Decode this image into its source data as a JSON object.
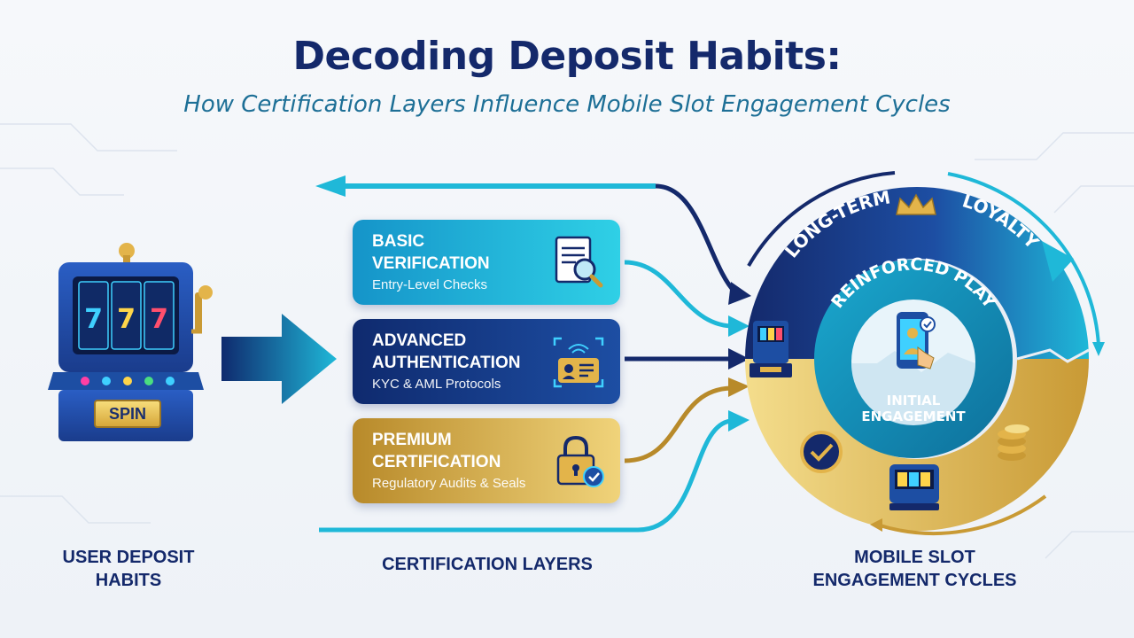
{
  "title": "Decoding Deposit Habits:",
  "subtitle": "How Certification Layers Influence Mobile Slot Engagement Cycles",
  "slot_machine": {
    "button_label": "SPIN",
    "reels": [
      "7",
      "7",
      "7"
    ]
  },
  "layers": [
    {
      "heading": "BASIC\nVERIFICATION",
      "sub": "Entry-Level Checks",
      "icon": "document-magnifier-icon"
    },
    {
      "heading": "ADVANCED\nAUTHENTICATION",
      "sub": "KYC & AML Protocols",
      "icon": "fingerprint-id-card-icon"
    },
    {
      "heading": "PREMIUM\nCERTIFICATION",
      "sub": "Regulatory Audits & Seals",
      "icon": "padlock-check-icon"
    }
  ],
  "cycle": {
    "outer_left": "LONG-TERM",
    "outer_right": "LOYALTY",
    "middle": "REINFORCED PLAY",
    "center_line1": "INITIAL",
    "center_line2": "ENGAGEMENT"
  },
  "labels": {
    "left": "USER DEPOSIT\nHABITS",
    "middle": "CERTIFICATION LAYERS",
    "right": "MOBILE SLOT\nENGAGEMENT CYCLES"
  },
  "colors": {
    "navy": "#14296b",
    "teal": "#1fb8d8",
    "gold": "#d4a93c",
    "blue": "#1d4ea3"
  }
}
